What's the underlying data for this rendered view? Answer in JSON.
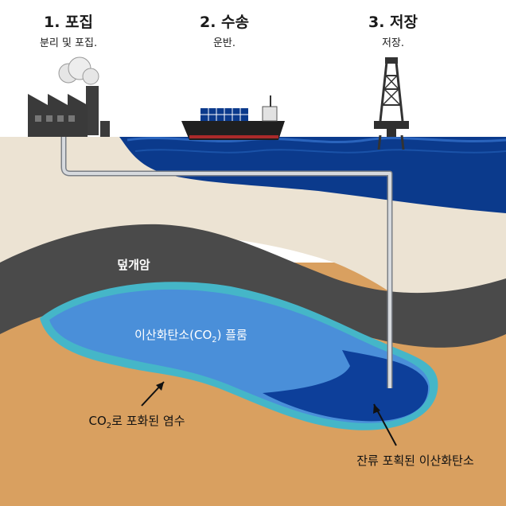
{
  "steps": [
    {
      "title": "1. 포집",
      "subtitle": "분리 및 포집."
    },
    {
      "title": "2. 수송",
      "subtitle": "운반."
    },
    {
      "title": "3. 저장",
      "subtitle": "저장."
    }
  ],
  "labels": {
    "caprock": "덮개암",
    "plume_main": "이산화탄소(CO",
    "plume_sub": "2",
    "plume_end": ") 플룸",
    "brine_main": "CO",
    "brine_sub": "2",
    "brine_end": "로 포화된 염수",
    "residual": "잔류 포획된 이산화탄소"
  },
  "colors": {
    "sky": "#ffffff",
    "sea_dark": "#0b3a8c",
    "sea_light": "#1a52a8",
    "sandstone_top": "#ece3d3",
    "caprock": "#4a4a4a",
    "reservoir": "#d9a060",
    "plume": "#4a8fd9",
    "plume_dark": "#0d3f9a",
    "brine_rim": "#45b6c8",
    "pipe": "#c9ccd0"
  }
}
